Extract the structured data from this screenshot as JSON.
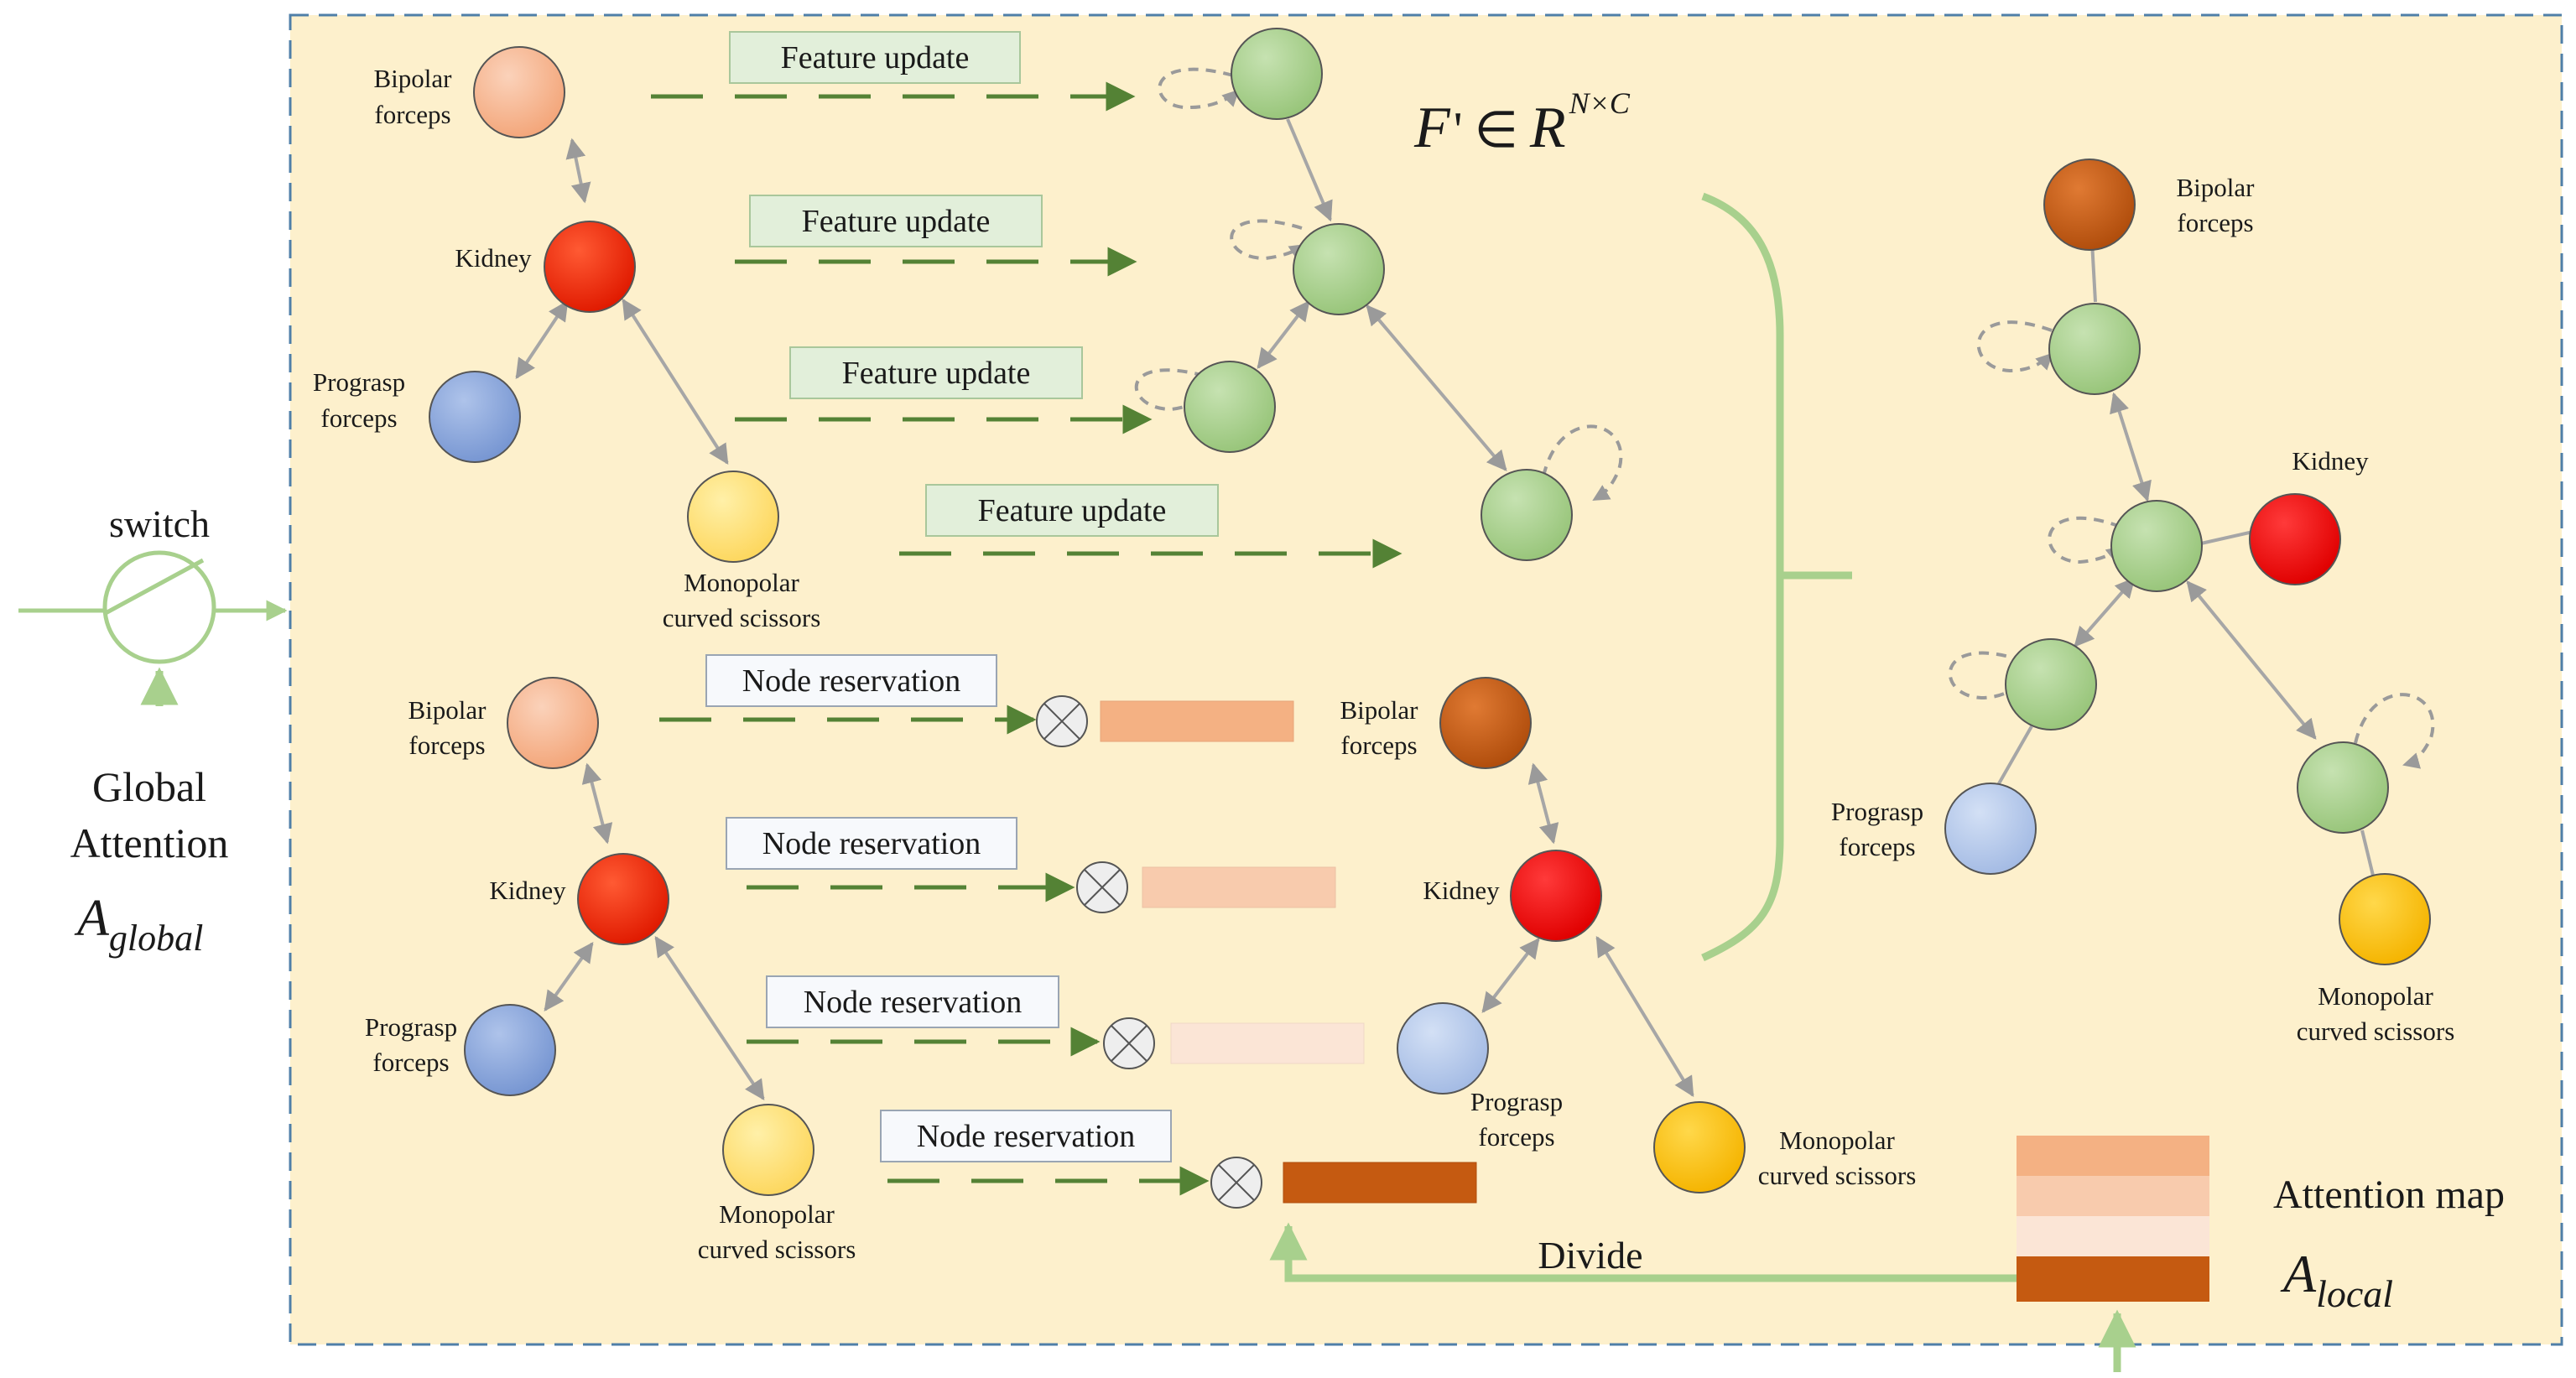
{
  "colors": {
    "panel_bg": "#fdf0cc",
    "panel_border": "#4f7fa8",
    "light_green": "#a8d08d",
    "dash_green": "#548235",
    "edge_gray": "#a6a6a6",
    "node_bipolar_light": "#f6b38f",
    "node_bipolar_dark": "#c55a11",
    "node_kidney": "#ff2200",
    "node_prograsp_blue": "#8faadc",
    "node_prograsp_light": "#b4c7e7",
    "node_monopolar_light": "#ffe07a",
    "node_monopolar_dark": "#ffc000",
    "node_green": "#a9d18e",
    "bar1": "#f4b183",
    "bar2": "#f8cbad",
    "bar3": "#fbe5d6",
    "bar4": "#c55a11"
  },
  "left": {
    "switch_label": "switch",
    "global_attention_line1": "Global",
    "global_attention_line2": "Attention",
    "a_global_symbol": "A",
    "a_global_sub": "global"
  },
  "top_graph": {
    "bipolar_line1": "Bipolar",
    "bipolar_line2": "forceps",
    "kidney": "Kidney",
    "prograsp_line1": "Prograsp",
    "prograsp_line2": "forceps",
    "monopolar_line1": "Monopolar",
    "monopolar_line2": "curved scissors"
  },
  "feature_update_labels": [
    "Feature update",
    "Feature update",
    "Feature update",
    "Feature update"
  ],
  "formula": {
    "symbol": "F",
    "prime": "'",
    "in": "∈",
    "space": "R",
    "sup": "N×C"
  },
  "bottom_graph": {
    "bipolar_line1": "Bipolar",
    "bipolar_line2": "forceps",
    "kidney": "Kidney",
    "prograsp_line1": "Prograsp",
    "prograsp_line2": "forceps",
    "monopolar_line1": "Monopolar",
    "monopolar_line2": "curved scissors"
  },
  "node_reservation_labels": [
    "Node reservation",
    "Node reservation",
    "Node reservation",
    "Node reservation"
  ],
  "reserved_graph": {
    "bipolar_line1": "Bipolar",
    "bipolar_line2": "forceps",
    "kidney": "Kidney",
    "prograsp_line1": "Prograsp",
    "prograsp_line2": "forceps",
    "monopolar_line1": "Monopolar",
    "monopolar_line2": "curved scissors"
  },
  "result_graph": {
    "bipolar_line1": "Bipolar",
    "bipolar_line2": "forceps",
    "kidney": "Kidney",
    "prograsp_line1": "Prograsp",
    "prograsp_line2": "forceps",
    "monopolar_line1": "Monopolar",
    "monopolar_line2": "curved scissors"
  },
  "divide_label": "Divide",
  "attention_map_label": "Attention map",
  "a_local_symbol": "A",
  "a_local_sub": "local"
}
